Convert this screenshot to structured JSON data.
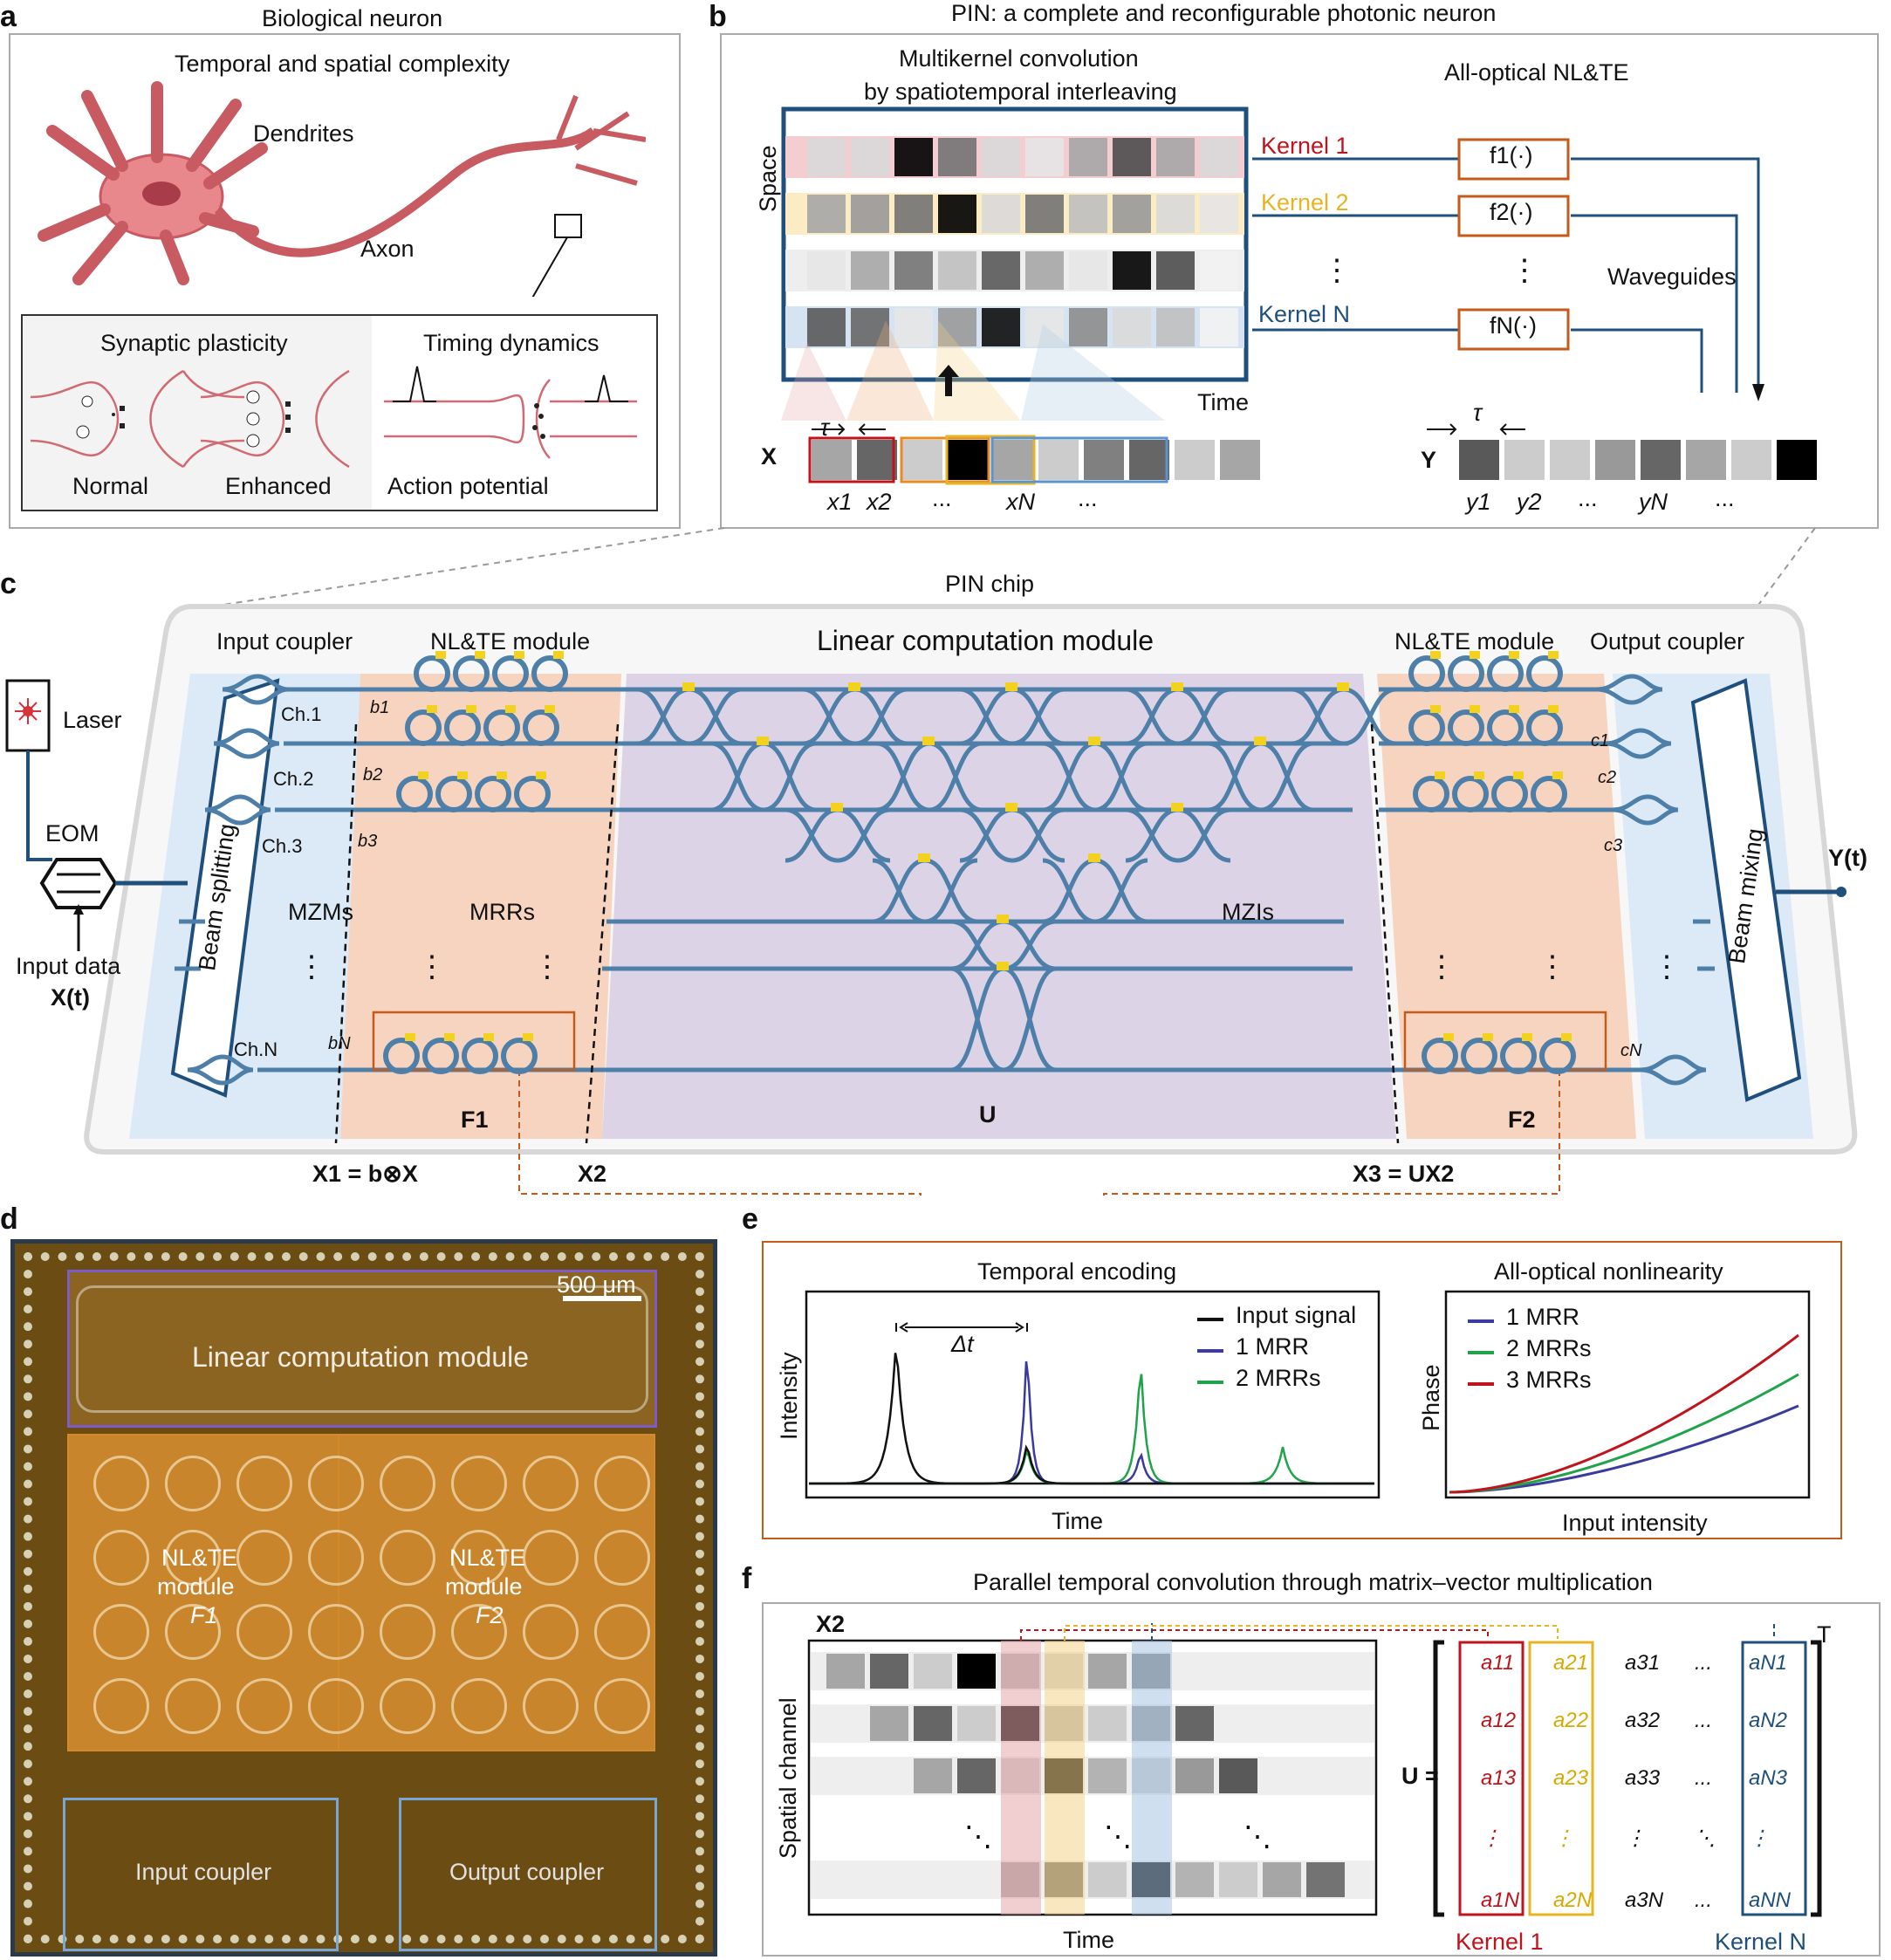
{
  "panel_letters": {
    "a": "a",
    "b": "b",
    "c": "c",
    "d": "d",
    "e": "e",
    "f": "f"
  },
  "panel_a": {
    "title": "Biological neuron",
    "subtitle": "Temporal and spatial complexity",
    "dendrites": "Dendrites",
    "axon": "Axon",
    "plasticity": "Synaptic plasticity",
    "timing": "Timing dynamics",
    "normal": "Normal",
    "enhanced": "Enhanced",
    "action": "Action potential"
  },
  "panel_b": {
    "title": "PIN: a complete and reconfigurable photonic neuron",
    "conv_line1": "Multikernel convolution",
    "conv_line2": "by spatiotemporal interleaving",
    "nlte": "All-optical NL&TE",
    "space": "Space",
    "time": "Time",
    "kernel1": "Kernel 1",
    "kernel2": "Kernel 2",
    "kernelN": "Kernel N",
    "f1": "f1(·)",
    "f2": "f2(·)",
    "fN": "fN(·)",
    "waveguides": "Waveguides",
    "X": "X",
    "Y": "Y",
    "tau": "τ",
    "x1": "x1",
    "x2": "x2",
    "xN": "xN",
    "y1": "y1",
    "y2": "y2",
    "yN": "yN",
    "dots": "..."
  },
  "panel_c": {
    "title": "PIN chip",
    "input_coupler": "Input coupler",
    "nlte_module": "NL&TE module",
    "linear": "Linear computation module",
    "output_coupler": "Output coupler",
    "laser": "Laser",
    "eom": "EOM",
    "input_data": "Input data",
    "Xt": "X(t)",
    "Yt": "Y(t)",
    "beam_splitting": "Beam splitting",
    "beam_mixing": "Beam mixing",
    "mzms": "MZMs",
    "mrrs": "MRRs",
    "mzis": "MZIs",
    "ch1": "Ch.1",
    "ch2": "Ch.2",
    "ch3": "Ch.3",
    "chN": "Ch.N",
    "b1": "b1",
    "b2": "b2",
    "b3": "b3",
    "bN": "bN",
    "c1": "c1",
    "c2": "c2",
    "c3": "c3",
    "cN": "cN",
    "F1": "F1",
    "U": "U",
    "F2": "F2",
    "X1": "X1 = b⊗X",
    "X2": "X2",
    "X3": "X3 = UX2"
  },
  "panel_d": {
    "scale": "500 μm",
    "linear": "Linear computation module",
    "nl1_a": "NL&TE",
    "nl1_b": "module",
    "nl1_c": "F1",
    "nl2_a": "NL&TE",
    "nl2_b": "module",
    "nl2_c": "F2",
    "input": "Input coupler",
    "output": "Output coupler"
  },
  "panel_e": {
    "te_title": "Temporal encoding",
    "te_ylabel": "Intensity",
    "te_xlabel": "Time",
    "delta_t": "Δt",
    "te_legend": [
      "Input signal",
      "1 MRR",
      "2 MRRs"
    ],
    "nl_title": "All-optical nonlinearity",
    "nl_ylabel": "Phase",
    "nl_xlabel": "Input intensity",
    "nl_legend": [
      "1 MRR",
      "2 MRRs",
      "3 MRRs"
    ],
    "colors": {
      "black": "#111111",
      "blue": "#3b3b9e",
      "green": "#21a34a",
      "red": "#c0141c"
    }
  },
  "panel_f": {
    "title": "Parallel temporal convolution through matrix–vector multiplication",
    "X2": "X2",
    "ylabel": "Spatial channel",
    "xlabel": "Time",
    "U": "U =",
    "T": "T",
    "kernel1": "Kernel 1",
    "kernelN": "Kernel N",
    "col1": [
      "a11",
      "a12",
      "a13",
      "⋮",
      "a1N"
    ],
    "col2": [
      "a21",
      "a22",
      "a23",
      "⋮",
      "a2N"
    ],
    "col3": [
      "a31",
      "a32",
      "a33",
      "⋮",
      "a3N"
    ],
    "col4": [
      "...",
      "...",
      "...",
      "⋱",
      "..."
    ],
    "col5": [
      "aN1",
      "aN2",
      "aN3",
      "⋮",
      "aNN"
    ]
  }
}
